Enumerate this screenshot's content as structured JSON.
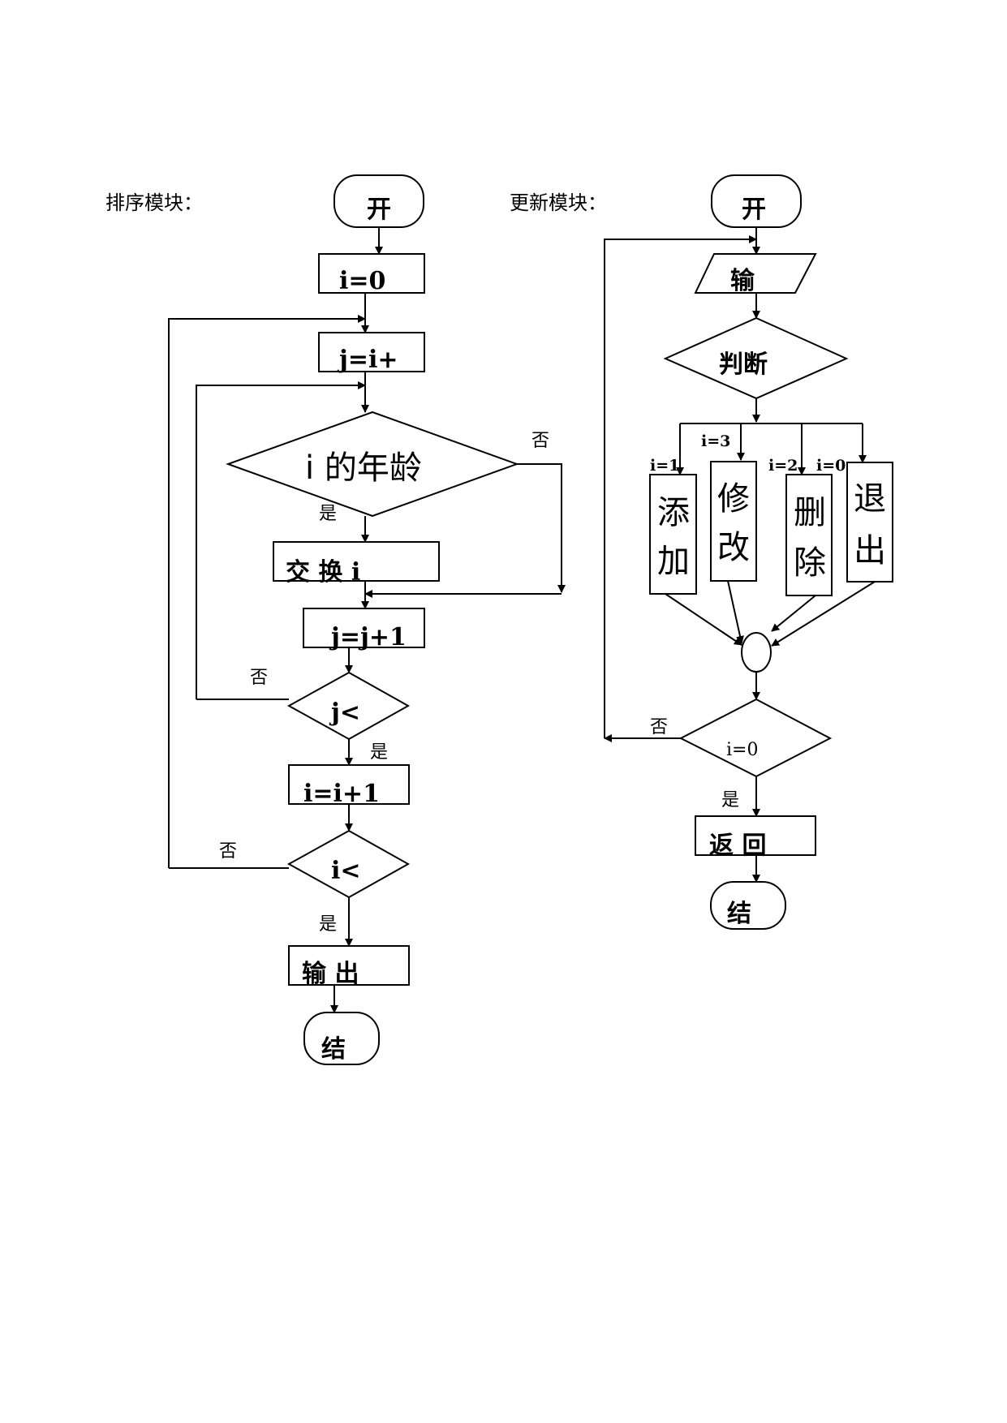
{
  "sort_module": {
    "heading": "排序模块：",
    "start": "开",
    "init": "i=0",
    "outer_assign": "j=i+",
    "compare": "i 的年龄",
    "swap": "交 换 i",
    "inner_increment": "j=j+1",
    "inner_test": "j<",
    "outer_increment": "i=i+1",
    "outer_test": "i<",
    "output": "输 出",
    "end": "结",
    "labels": {
      "compare_no": "否",
      "compare_yes": "是",
      "inner_no": "否",
      "inner_yes": "是",
      "outer_no": "否",
      "outer_yes": "是"
    }
  },
  "update_module": {
    "heading": "更新模块：",
    "start": "开",
    "input": "输",
    "judge": "判断",
    "branches": {
      "add": {
        "label": "添加",
        "cond": "i=1"
      },
      "modify": {
        "label": "修改",
        "cond": "i=3"
      },
      "delete": {
        "label": "删除",
        "cond": "i=2"
      },
      "exit": {
        "label": "退出",
        "cond": "i=0"
      }
    },
    "exit_test": "i=0",
    "return": "返 回",
    "end": "结",
    "labels": {
      "exit_no": "否",
      "exit_yes": "是"
    }
  }
}
